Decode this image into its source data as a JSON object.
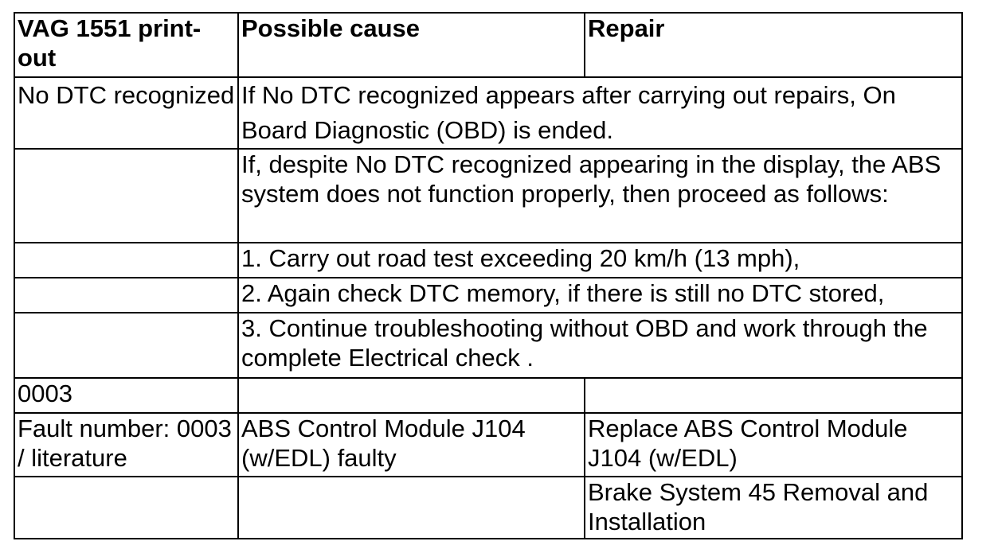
{
  "table": {
    "headers": [
      "VAG 1551 print-out",
      "Possible cause",
      "Repair"
    ],
    "rows": [
      {
        "printout": "No DTC recognized",
        "span_text": "If No DTC recognized appears after carrying out repairs, On Board Diagnostic (OBD) is ended."
      },
      {
        "printout": "",
        "span_text": "If, despite No DTC recognized appearing in the display, the ABS system does not function properly, then proceed as follows:"
      },
      {
        "printout": "",
        "span_text": "1. Carry out road test exceeding 20 km/h (13 mph),"
      },
      {
        "printout": "",
        "span_text": "2. Again check DTC memory, if there is still no DTC stored,"
      },
      {
        "printout": "",
        "span_text": "3. Continue troubleshooting without OBD and work through the complete Electrical check ."
      },
      {
        "printout": "0003",
        "cause": "",
        "repair": ""
      },
      {
        "printout": "Fault number: 0003 / literature",
        "cause": "ABS Control Module J104 (w/EDL) faulty",
        "repair": "Replace ABS Control Module J104 (w/EDL)"
      },
      {
        "printout": "",
        "cause": "",
        "repair": "Brake System 45 Removal and Installation"
      }
    ]
  }
}
